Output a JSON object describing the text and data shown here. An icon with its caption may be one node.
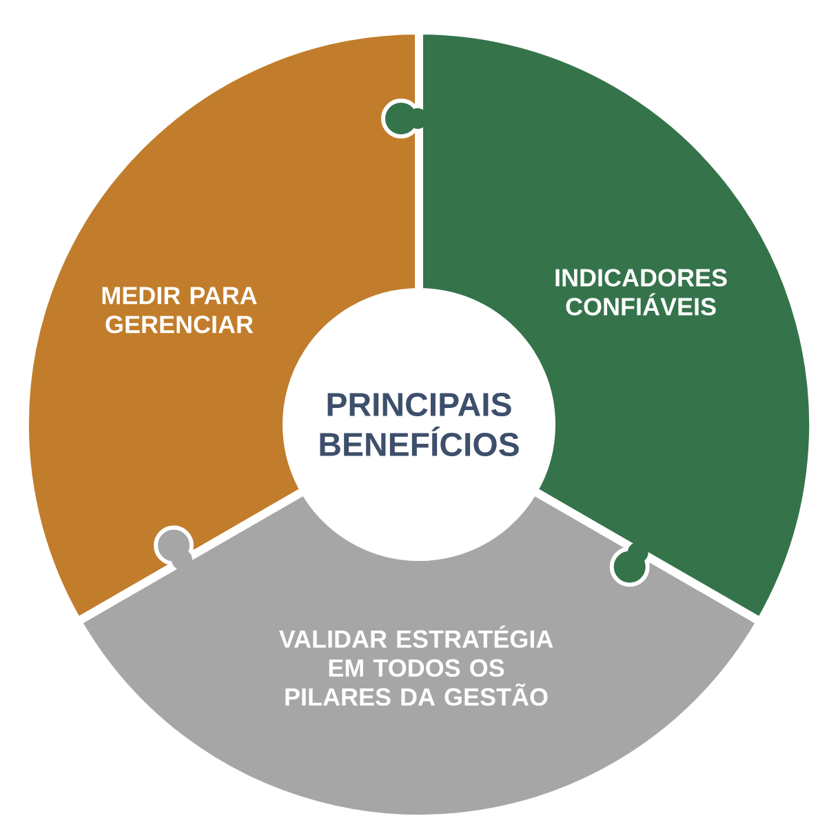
{
  "diagram": {
    "nodes": [
      {
        "text": [
          "PRINCIPAIS BENEFÍCIOS"
        ]
      },
      {
        "text": [
          "MEDIR PARA GERENCIAR"
        ]
      },
      {
        "text": [
          "INDICADORES CONFIÁVEIS"
        ]
      },
      {
        "text": [
          "VALIDAR ESTRATÉGIA EM TODOS OS PILARES DA GESTÃO"
        ]
      }
    ]
  }
}
